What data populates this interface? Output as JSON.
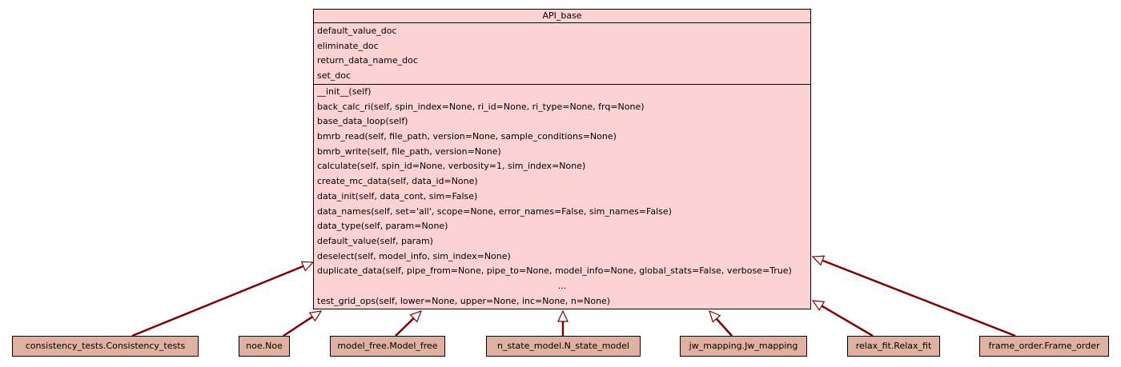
{
  "base_class": {
    "name": "API_base",
    "attributes": [
      "default_value_doc",
      "eliminate_doc",
      "return_data_name_doc",
      "set_doc"
    ],
    "methods": [
      "__init__(self)",
      "back_calc_ri(self, spin_index=None, ri_id=None, ri_type=None, frq=None)",
      "base_data_loop(self)",
      "bmrb_read(self, file_path, version=None, sample_conditions=None)",
      "bmrb_write(self, file_path, version=None)",
      "calculate(self, spin_id=None, verbosity=1, sim_index=None)",
      "create_mc_data(self, data_id=None)",
      "data_init(self, data_cont, sim=False)",
      "data_names(self, set='all', scope=None, error_names=False, sim_names=False)",
      "data_type(self, param=None)",
      "default_value(self, param)",
      "deselect(self, model_info, sim_index=None)",
      "duplicate_data(self, pipe_from=None, pipe_to=None, model_info=None, global_stats=False, verbose=True)",
      "...",
      "test_grid_ops(self, lower=None, upper=None, inc=None, n=None)"
    ]
  },
  "subclasses": [
    "consistency_tests.Consistency_tests",
    "noe.Noe",
    "model_free.Model_free",
    "n_state_model.N_state_model",
    "jw_mapping.Jw_mapping",
    "relax_fit.Relax_fit",
    "frame_order.Frame_order"
  ],
  "colors": {
    "base_fill": "#fdd2d2",
    "subclass_fill": "#e0b0a0",
    "edge": "#800000"
  }
}
